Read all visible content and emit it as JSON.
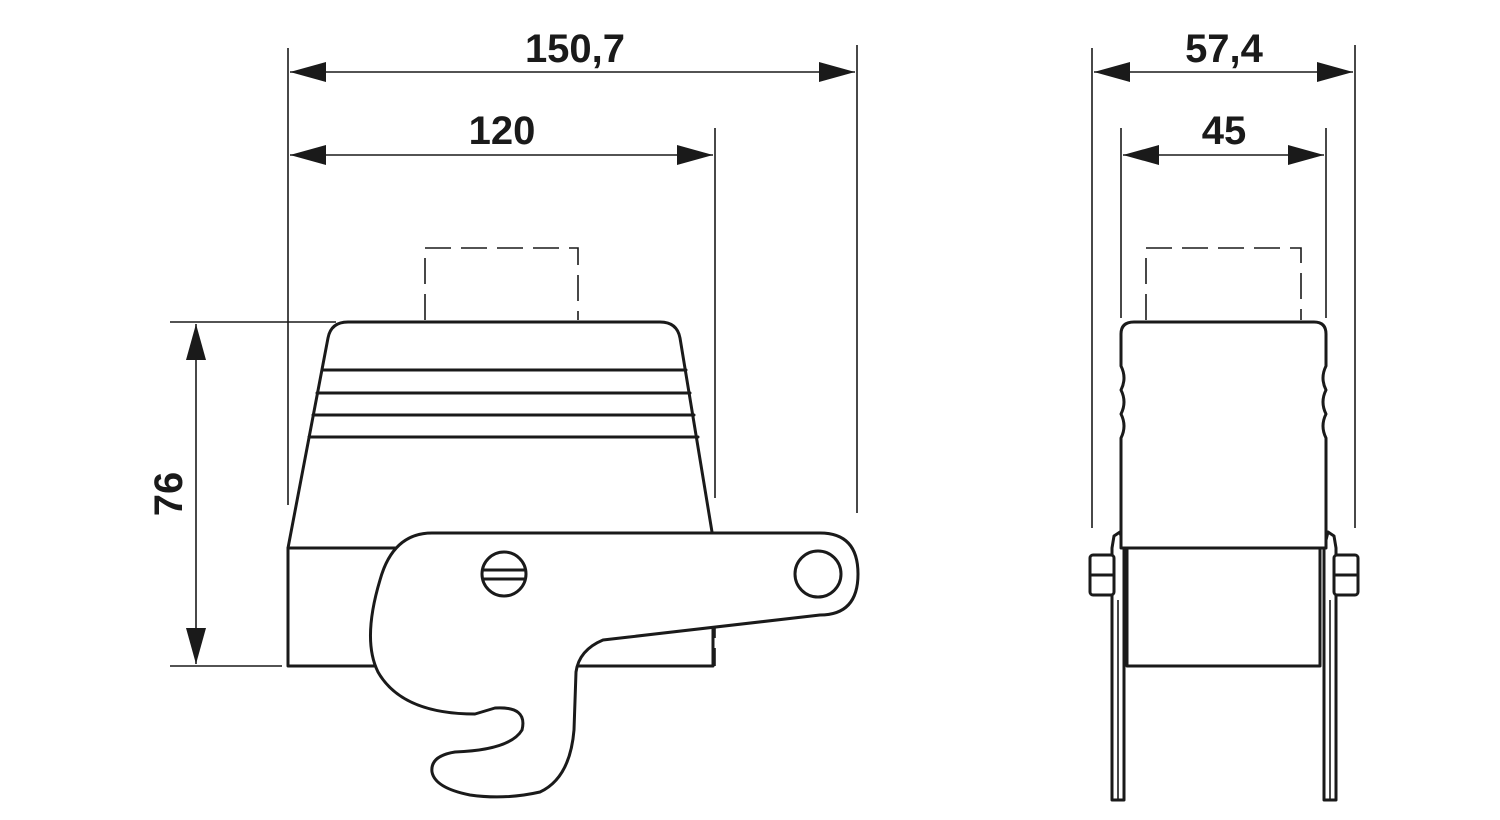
{
  "dimensions": {
    "front_overall_width": "150,7",
    "front_housing_width": "120",
    "front_height": "76",
    "side_overall_width": "57,4",
    "side_housing_width": "45"
  }
}
